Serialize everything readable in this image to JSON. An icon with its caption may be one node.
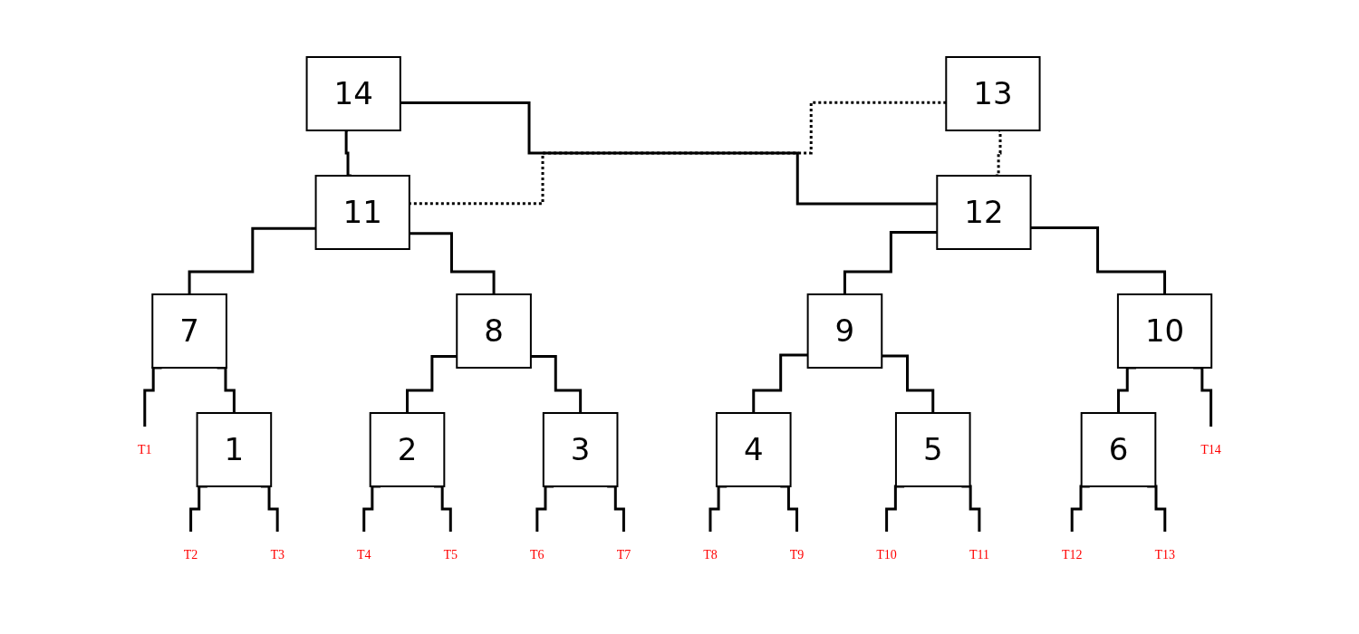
{
  "diagram": {
    "nodes": [
      {
        "text": [
          "14"
        ]
      },
      {
        "text": [
          "11"
        ]
      },
      {
        "text": [
          "13"
        ]
      },
      {
        "text": [
          "12"
        ]
      },
      {
        "text": [
          "7"
        ]
      },
      {
        "text": [
          "8"
        ]
      },
      {
        "text": [
          "9"
        ]
      },
      {
        "text": [
          "10"
        ]
      },
      {
        "text": [
          "1"
        ]
      },
      {
        "text": [
          "2"
        ]
      },
      {
        "text": [
          "3"
        ]
      },
      {
        "text": [
          "4"
        ]
      },
      {
        "text": [
          "5"
        ]
      },
      {
        "text": [
          "6"
        ]
      },
      {
        "text": [
          "T1"
        ]
      },
      {
        "text": [
          "T2"
        ]
      },
      {
        "text": [
          "T3"
        ]
      },
      {
        "text": [
          "T4"
        ]
      },
      {
        "text": [
          "T5"
        ]
      },
      {
        "text": [
          "T6"
        ]
      },
      {
        "text": [
          "T7"
        ]
      },
      {
        "text": [
          "T8"
        ]
      },
      {
        "text": [
          "T9"
        ]
      },
      {
        "text": [
          "T10"
        ]
      },
      {
        "text": [
          "T11"
        ]
      },
      {
        "text": [
          "T12"
        ]
      },
      {
        "text": [
          "T13"
        ]
      },
      {
        "text": [
          "T14"
        ]
      }
    ],
    "edges": [
      {
        "from": 0,
        "to": 1,
        "arrow": "none"
      },
      {
        "from": 0,
        "to": 3,
        "arrow": "none"
      },
      {
        "from": 1,
        "to": 2,
        "arrow": "none",
        "style": "dashed"
      },
      {
        "from": 3,
        "to": 2,
        "arrow": "none",
        "style": "dashed"
      },
      {
        "from": 1,
        "to": 4,
        "arrow": "none"
      },
      {
        "from": 1,
        "to": 5,
        "arrow": "none"
      },
      {
        "from": 3,
        "to": 6,
        "arrow": "none"
      },
      {
        "from": 3,
        "to": 7,
        "arrow": "none"
      },
      {
        "from": 4,
        "to": 14,
        "arrow": "none"
      },
      {
        "from": 4,
        "to": 8,
        "arrow": "none"
      },
      {
        "from": 5,
        "to": 9,
        "arrow": "none"
      },
      {
        "from": 5,
        "to": 10,
        "arrow": "none"
      },
      {
        "from": 6,
        "to": 11,
        "arrow": "none"
      },
      {
        "from": 6,
        "to": 12,
        "arrow": "none"
      },
      {
        "from": 7,
        "to": 13,
        "arrow": "none"
      },
      {
        "from": 7,
        "to": 27,
        "arrow": "none"
      },
      {
        "from": 8,
        "to": 15,
        "arrow": "none"
      },
      {
        "from": 8,
        "to": 16,
        "arrow": "none"
      },
      {
        "from": 9,
        "to": 17,
        "arrow": "none"
      },
      {
        "from": 9,
        "to": 18,
        "arrow": "none"
      },
      {
        "from": 10,
        "to": 19,
        "arrow": "none"
      },
      {
        "from": 10,
        "to": 20,
        "arrow": "none"
      },
      {
        "from": 11,
        "to": 21,
        "arrow": "none"
      },
      {
        "from": 11,
        "to": 22,
        "arrow": "none"
      },
      {
        "from": 12,
        "to": 23,
        "arrow": "none"
      },
      {
        "from": 12,
        "to": 24,
        "arrow": "none"
      },
      {
        "from": 13,
        "to": 25,
        "arrow": "none"
      },
      {
        "from": 13,
        "to": 26,
        "arrow": "none"
      }
    ]
  }
}
